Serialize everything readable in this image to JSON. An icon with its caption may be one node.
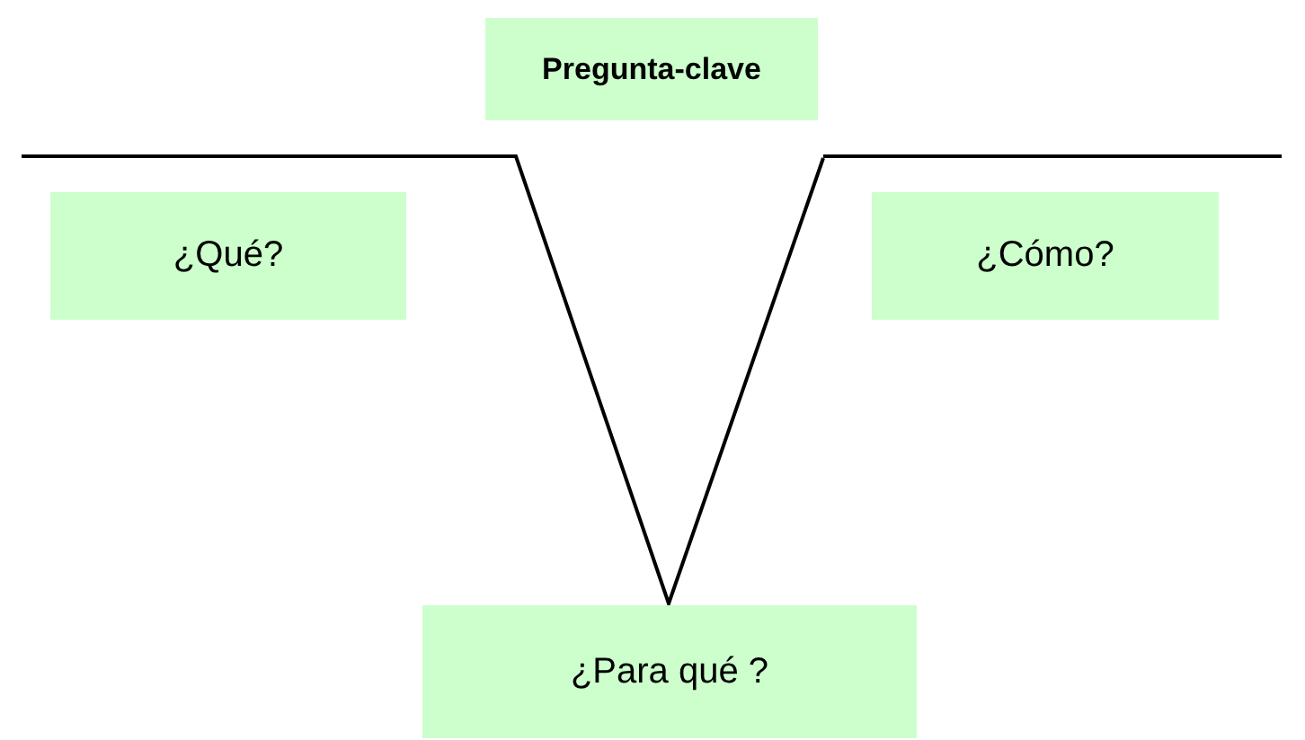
{
  "diagram": {
    "nodes": [
      {
        "text": [
          "Pregunta-clave"
        ]
      },
      {
        "text": [
          "¿Qué?"
        ]
      },
      {
        "text": [
          "¿Cómo?"
        ]
      },
      {
        "text": [
          "¿Para qué ?"
        ]
      }
    ],
    "edges": []
  }
}
